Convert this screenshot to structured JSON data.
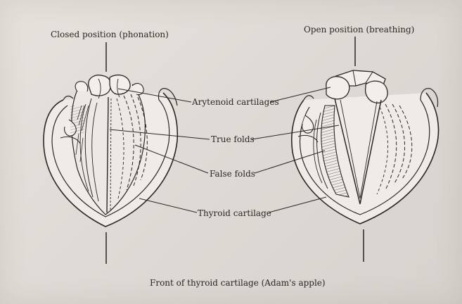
{
  "labels": {
    "closed_position": "Closed position (phonation)",
    "open_position": "Open position (breathing)",
    "arytenoid": "Arytenoid cartilages",
    "true_folds": "True folds",
    "false_folds": "False folds",
    "thyroid": "Thyroid cartilage",
    "front": "Front of thyroid cartilage (Adam's apple)"
  },
  "colors": {
    "ink": "#2a2724",
    "paper": "#e2ded9",
    "cartilage": "#efebe6"
  }
}
